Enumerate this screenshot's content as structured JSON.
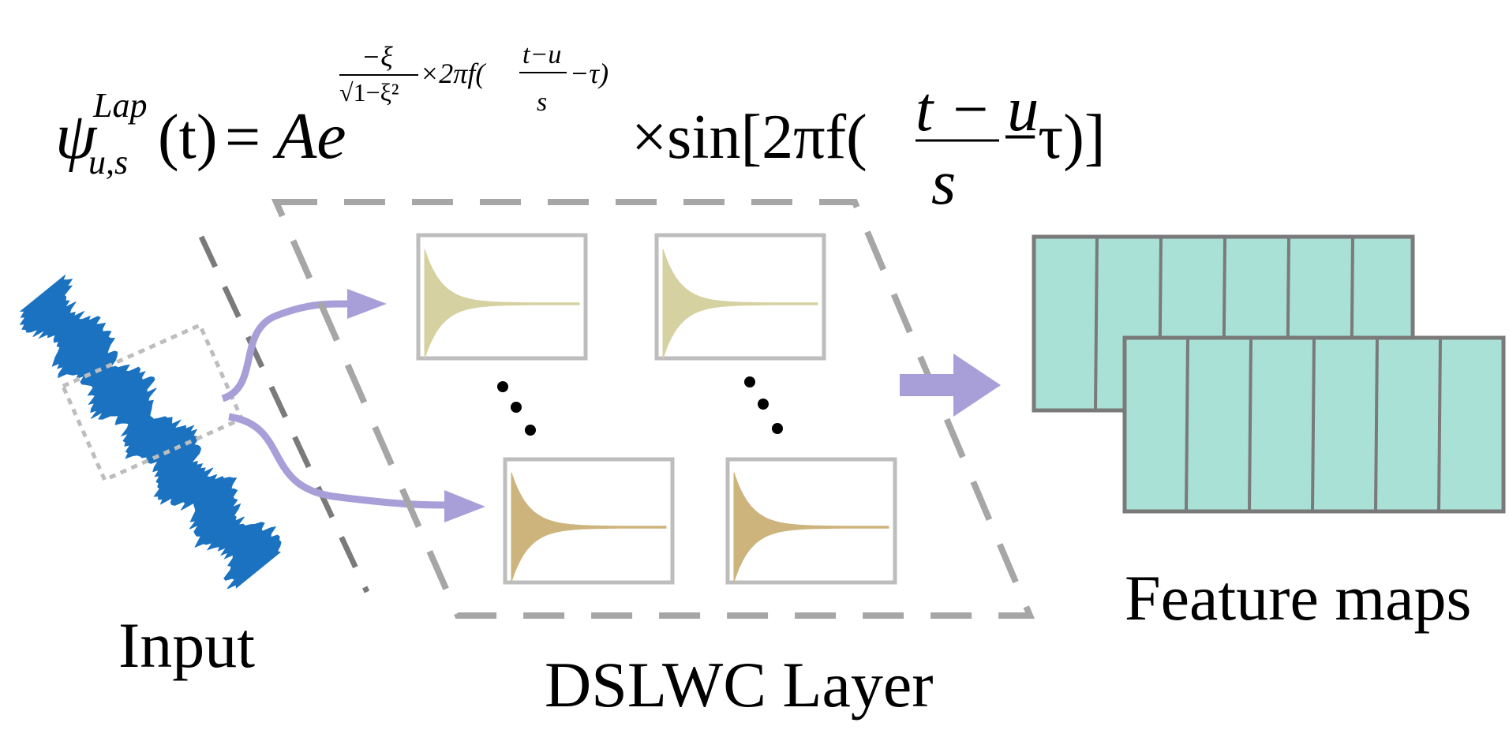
{
  "formula": {
    "psi": "ψ",
    "superscript": "Lap",
    "subscript": "u,s",
    "arg": "(t)",
    "equals": "=",
    "amplitude": "Ae",
    "exp_num": "−ξ",
    "exp_den": "√1−ξ²",
    "exp_times": "×2πf(",
    "exp_frac_num": "t−u",
    "exp_frac_den": "s",
    "exp_tail": "−τ)",
    "times_sin": "×sin[2πf(",
    "frac_num": "t − u",
    "frac_den": "s",
    "tail": "−τ)]"
  },
  "labels": {
    "input": "Input",
    "layer": "DSLWC Layer",
    "feature_maps": "Feature maps"
  },
  "colors": {
    "signal": "#1a72c0",
    "arrow": "#a99fd8",
    "dashed": "#a6a6a6",
    "kernel_top": "#d6d1a0",
    "kernel_bottom": "#cdb37c",
    "feature_fill": "#a9e1d7",
    "feature_stroke": "#7a7a7a",
    "panel_stroke": "#bdbdbd"
  },
  "icons": [
    "input-signal-icon",
    "flow-arrow-icon",
    "ellipsis-dots-icon"
  ]
}
